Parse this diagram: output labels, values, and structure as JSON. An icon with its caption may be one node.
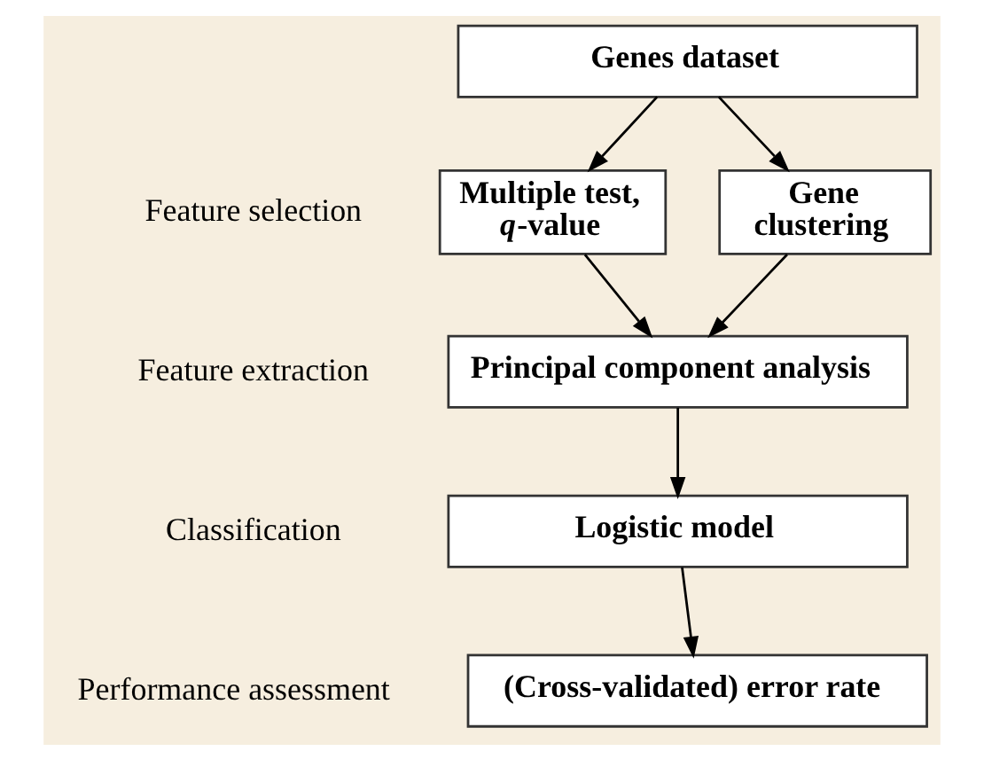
{
  "diagram": {
    "nodes": [
      {
        "text": [
          "Genes dataset"
        ]
      },
      {
        "text": [
          "Multiple test, *q*-value"
        ]
      },
      {
        "text": [
          "Gene clustering"
        ]
      },
      {
        "text": [
          "Principal component analysis"
        ]
      },
      {
        "text": [
          "Logistic model"
        ]
      },
      {
        "text": [
          "(Cross-validated) error rate"
        ]
      }
    ],
    "edges": [
      {
        "from": 0,
        "to": 1,
        "arrow": "to"
      },
      {
        "from": 0,
        "to": 2,
        "arrow": "to"
      },
      {
        "from": 1,
        "to": 3,
        "arrow": "to"
      },
      {
        "from": 2,
        "to": 3,
        "arrow": "to"
      },
      {
        "from": 3,
        "to": 4,
        "arrow": "to"
      },
      {
        "from": 4,
        "to": 5,
        "arrow": "to"
      }
    ],
    "labels": [
      "Feature selection",
      "Feature extraction",
      "Classification",
      "Performance assessment"
    ]
  }
}
